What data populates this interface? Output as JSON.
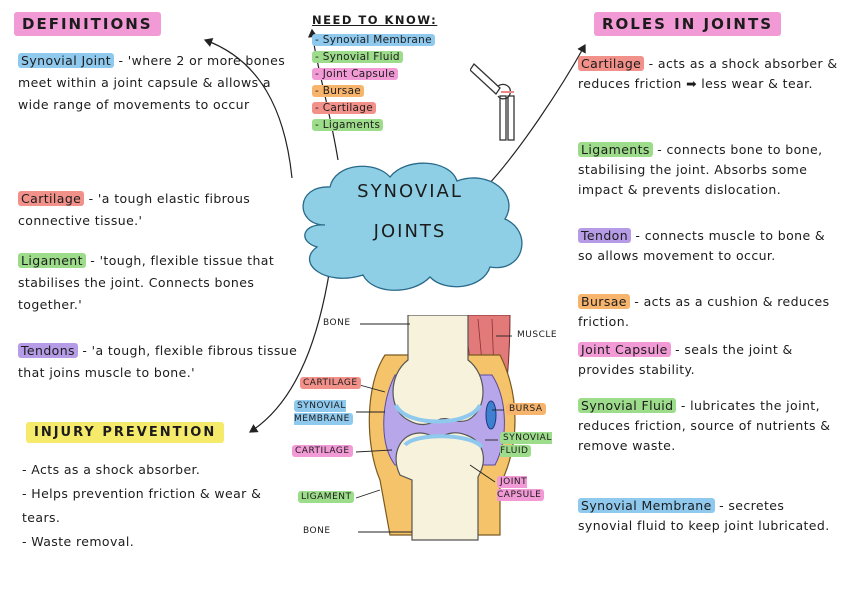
{
  "colors": {
    "pink": "#f29ad6",
    "blue": "#8fc9ee",
    "purple": "#b69be6",
    "green": "#9ddc8a",
    "red": "#f2908a",
    "orange": "#f7b46c",
    "yellow": "#f6ea6a",
    "cloud": "#8ecfe6"
  },
  "definitions": {
    "title": "DEFINITIONS",
    "items": [
      {
        "term": "Synovial Joint",
        "text": "- 'where 2 or more bones meet within a joint capsule & allows a wide range of movements to occur"
      },
      {
        "term": "Cartilage",
        "text": "- 'a tough elastic fibrous connective tissue.'"
      },
      {
        "term": "Ligament",
        "text": "- 'tough, flexible tissue that stabilises the joint. Connects bones together.'"
      },
      {
        "term": "Tendons",
        "text": "- 'a tough, flexible fibrous tissue that joins muscle to bone.'"
      }
    ]
  },
  "need_to_know": {
    "title": "NEED TO KNOW:",
    "items": [
      "- Synovial Membrane",
      "- Synovial Fluid",
      "- Joint Capsule",
      "- Bursae",
      "- Cartilage",
      "- Ligaments"
    ]
  },
  "center": {
    "line1": "SYNOVIAL",
    "line2": "JOINTS"
  },
  "roles": {
    "title": "ROLES IN JOINTS",
    "items": [
      {
        "term": "Cartilage",
        "text": "- acts as a shock absorber & reduces friction ➡ less wear & tear."
      },
      {
        "term": "Ligaments",
        "text": "- connects bone to bone, stabilising the joint. Absorbs some impact & prevents dislocation."
      },
      {
        "term": "Tendon",
        "text": "- connects muscle to bone & so allows movement to occur."
      },
      {
        "term": "Bursae",
        "text": "- acts as a cushion & reduces friction."
      },
      {
        "term": "Joint Capsule",
        "text": "- seals the joint & provides stability."
      },
      {
        "term": "Synovial Fluid",
        "text": "- lubricates the joint, reduces friction, source of nutrients & remove waste."
      },
      {
        "term": "Synovial Membrane",
        "text": "- secretes synovial fluid to keep joint lubricated."
      }
    ]
  },
  "injury": {
    "title": "INJURY PREVENTION",
    "items": [
      "- Acts as a shock absorber.",
      "- Helps prevention friction & wear & tears.",
      "- Waste removal."
    ]
  },
  "diagram_labels": {
    "bone_top": "BONE",
    "muscle": "MUSCLE",
    "cartilage_top": "CARTILAGE",
    "synovial_membrane": "SYNOVIAL MEMBRANE",
    "cartilage_bottom": "CARTILAGE",
    "ligament": "LIGAMENT",
    "bone_bottom": "BONE",
    "bursa": "BURSA",
    "synovial_fluid": "SYNOVIAL FLUID",
    "joint_capsule": "JOINT CAPSULE"
  }
}
